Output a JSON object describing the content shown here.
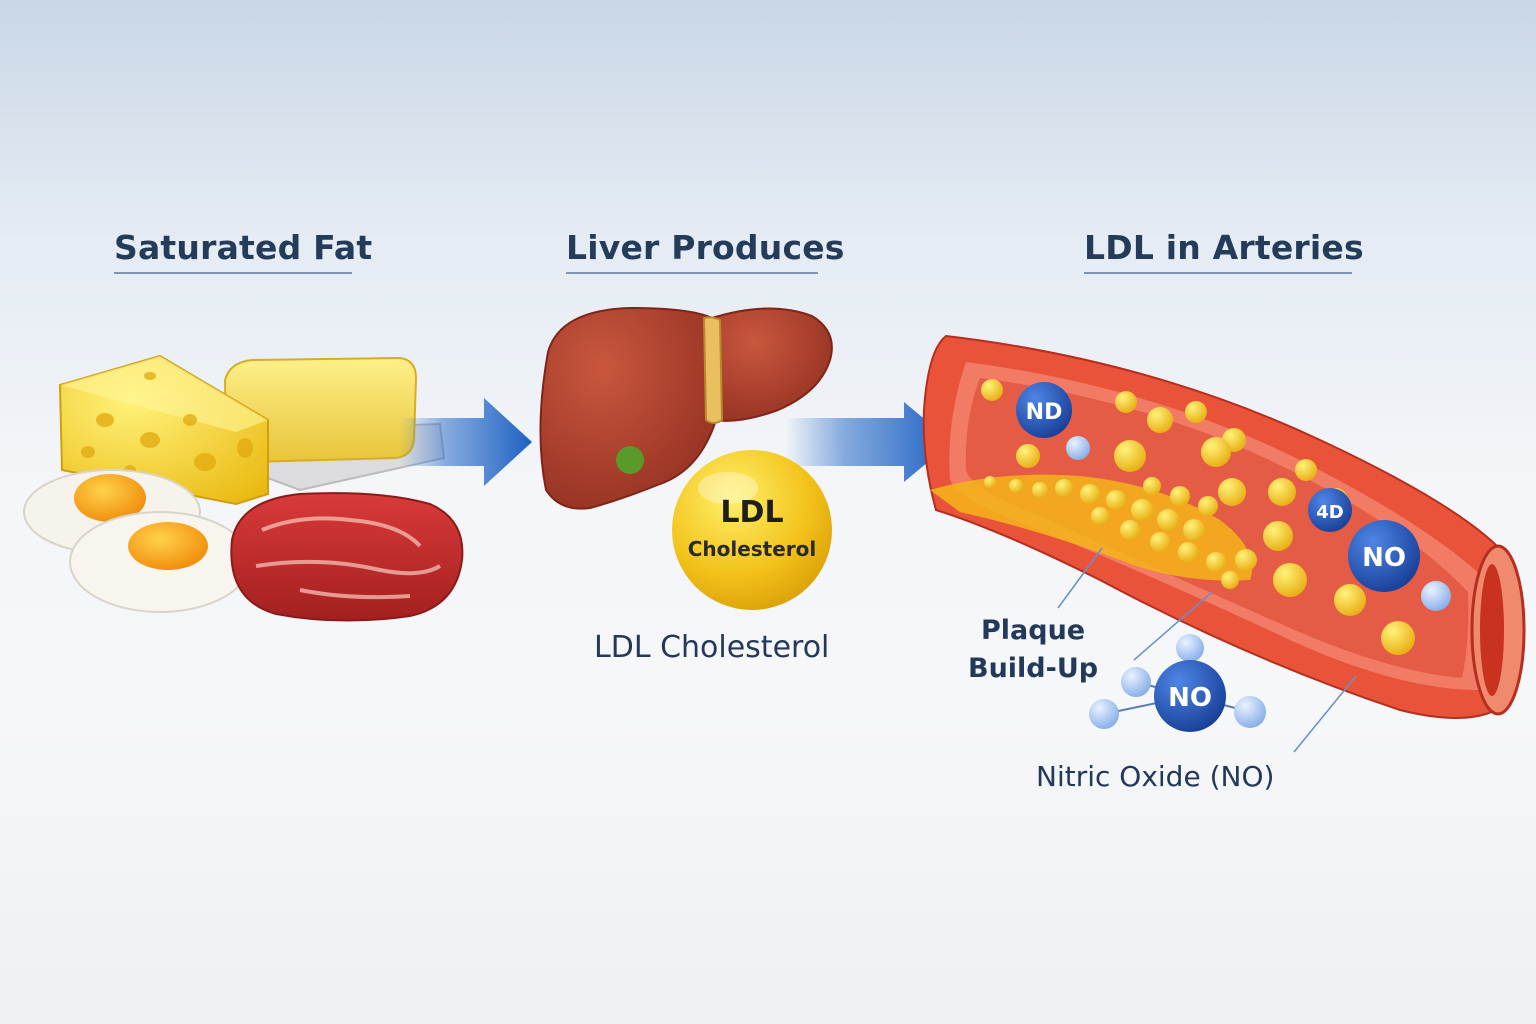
{
  "stages": {
    "saturated_fat": "Saturated Fat",
    "liver_produces": "Liver Produces",
    "ldl_in_arteries": "LDL in Arteries"
  },
  "ldl_particle": {
    "line1": "LDL",
    "line2": "Cholesterol",
    "caption": "LDL Cholesterol"
  },
  "artery": {
    "plaque_line1": "Plaque",
    "plaque_line2": "Build-Up",
    "no_caption": "Nitric Oxide (NO)",
    "no_molecule_top": "ND",
    "no_molecule_mid": "4D",
    "no_molecule_right": "NO",
    "no_molecule_bottom": "NO"
  },
  "colors": {
    "heading_text": "#243b5a",
    "arrow_blue": "#2c6ec9",
    "artery_red": "#e04a34",
    "ldl_yellow": "#f2c21a",
    "no_blue": "#1f4fb8"
  }
}
